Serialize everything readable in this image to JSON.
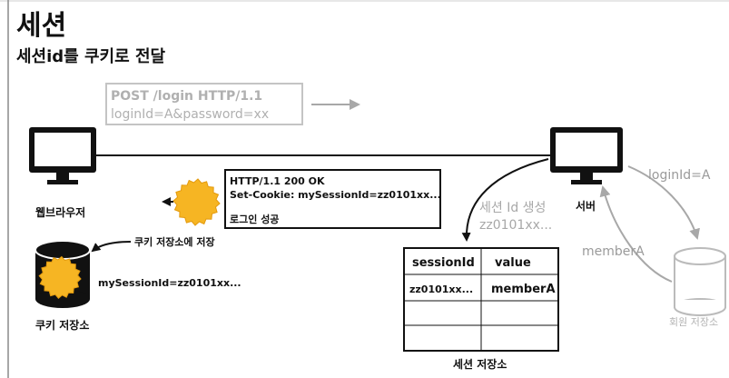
{
  "title": "세션",
  "subtitle": "세션id를 쿠키로 전달",
  "request": {
    "line1": "POST /login HTTP/1.1",
    "line2": "loginId=A&password=xx"
  },
  "response": {
    "line1": "HTTP/1.1 200 OK",
    "line2": "Set-Cookie: mySessionId=zz0101xx...",
    "line3": "로그인 성공"
  },
  "browser": {
    "label": "웹브라우저"
  },
  "server": {
    "label": "서버"
  },
  "cookie_store": {
    "label": "쿠키 저장소",
    "save_note": "쿠키 저장소에 저장",
    "entry": "mySessionId=zz0101xx..."
  },
  "session_create": {
    "line1": "세션 Id 생성",
    "line2": "zz0101xx..."
  },
  "session_store": {
    "label": "세션 저장소",
    "headers": [
      "sessionId",
      "value"
    ],
    "rows": [
      [
        "zz0101xx...",
        "memberA"
      ],
      [
        "",
        ""
      ],
      [
        "",
        ""
      ]
    ]
  },
  "member_store": {
    "label": "회원 저장소",
    "query_label": "loginId=A",
    "result_label": "memberA"
  },
  "colors": {
    "text": "#111111",
    "gray": "#b3b3b3",
    "gray_dark": "#9a9a9a",
    "cookie_yellow": "#f6b523"
  }
}
